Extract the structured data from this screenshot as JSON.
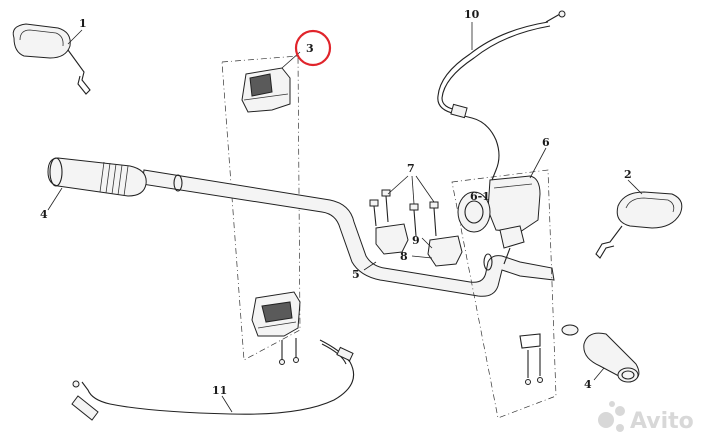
{
  "labels": {
    "l1": "1",
    "l2": "2",
    "l3": "3",
    "l4a": "4",
    "l4b": "4",
    "l5": "5",
    "l6": "6",
    "l6_1": "6-1",
    "l7": "7",
    "l8": "8",
    "l9": "9",
    "l10": "10",
    "l11": "11"
  },
  "highlight": {
    "target": "3",
    "color": "#e0242b"
  },
  "watermark": {
    "brand": "Avito",
    "icon": "avito-logo-icon"
  }
}
